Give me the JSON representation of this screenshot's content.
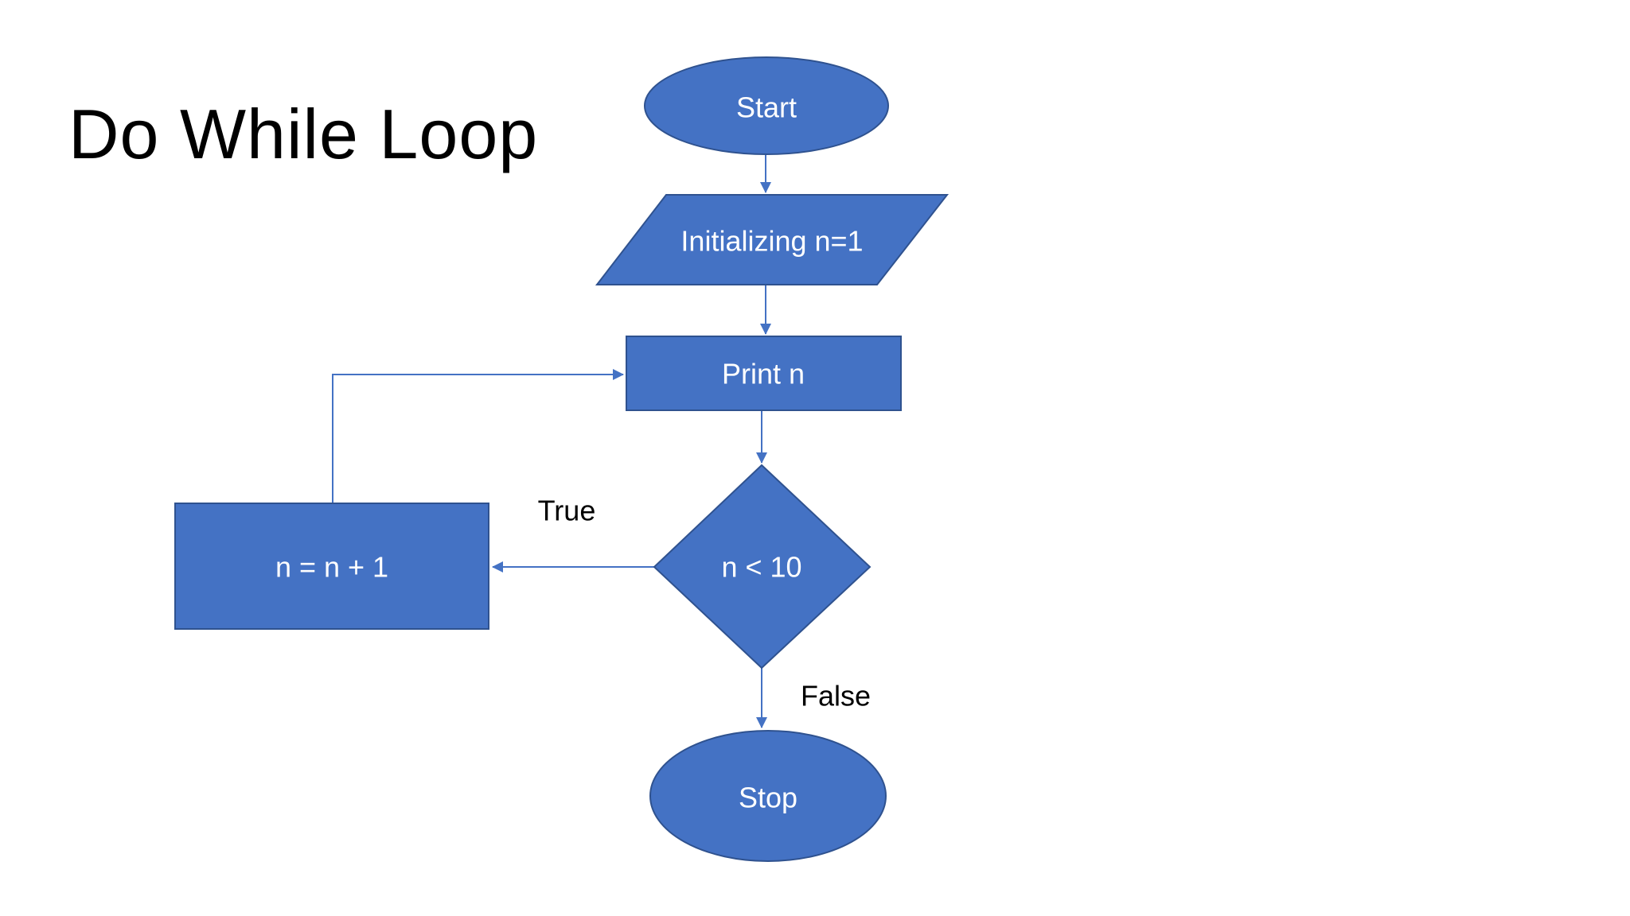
{
  "slide": {
    "title": "Do While Loop"
  },
  "colors": {
    "background": "#FFFFFF",
    "shape_fill": "#4472C4",
    "shape_border": "#2F528F",
    "connector": "#4472C4",
    "shape_text": "#FFFFFF",
    "label_text": "#000000",
    "title_text": "#000000"
  },
  "diagram": {
    "type": "flowchart",
    "nodes": {
      "start": {
        "shape": "oval",
        "label": "Start"
      },
      "init": {
        "shape": "parallelogram",
        "label": "Initializing n=1"
      },
      "print": {
        "shape": "rectangle",
        "label": "Print n"
      },
      "decision": {
        "shape": "diamond",
        "label": "n < 10"
      },
      "increment": {
        "shape": "rectangle",
        "label": "n = n + 1"
      },
      "stop": {
        "shape": "oval",
        "label": "Stop"
      }
    },
    "edges": [
      {
        "from": "start",
        "to": "init",
        "label": ""
      },
      {
        "from": "init",
        "to": "print",
        "label": ""
      },
      {
        "from": "print",
        "to": "decision",
        "label": ""
      },
      {
        "from": "decision",
        "to": "increment",
        "label": "True"
      },
      {
        "from": "increment",
        "to": "print",
        "label": ""
      },
      {
        "from": "decision",
        "to": "stop",
        "label": "False"
      }
    ]
  }
}
